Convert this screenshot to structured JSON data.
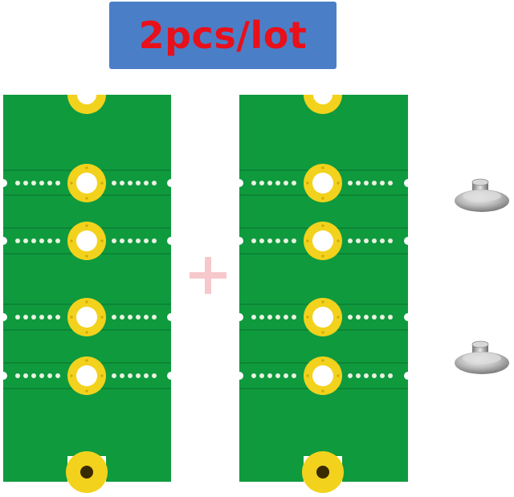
{
  "banner": {
    "text": "2pcs/lot"
  },
  "colors": {
    "banner_bg": "#4a7fc8",
    "banner_text": "#e8101a",
    "pcb_green": "#0f9a3e",
    "pad_gold": "#f2d21c",
    "plus": "#f6c8cc"
  },
  "icons": [
    "pcb-board",
    "plus-sign",
    "screw"
  ]
}
